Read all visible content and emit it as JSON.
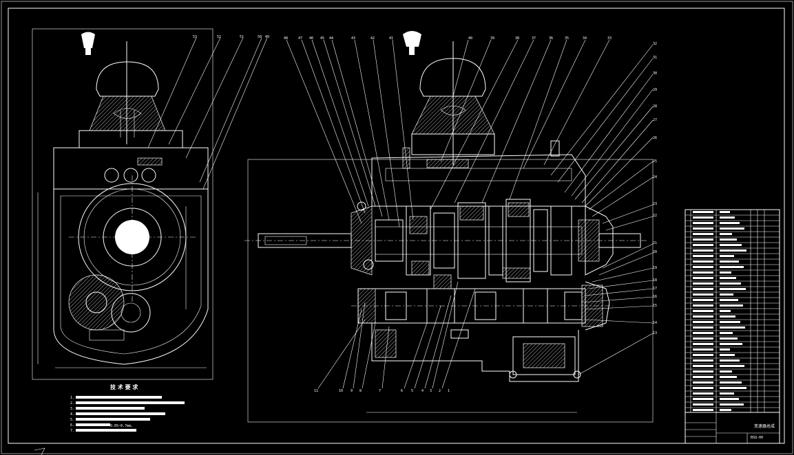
{
  "drawing": {
    "tech_title": "技 术 要 求",
    "tech_note_fragment": "0.05~0.7mm。",
    "tech_note_numbers": [
      "1.",
      "2.",
      "3.",
      "4.",
      "5.",
      "6.",
      "7."
    ],
    "part_numbers_top_center": [
      "48",
      "47",
      "46",
      "45",
      "44",
      "43",
      "42",
      "41",
      "40",
      "39",
      "38",
      "37",
      "36",
      "35",
      "34",
      "33"
    ],
    "part_numbers_top_left": [
      "53",
      "52",
      "51",
      "50",
      "49"
    ],
    "part_numbers_right": [
      "32",
      "31",
      "30",
      "29",
      "28",
      "27",
      "26",
      "25",
      "24",
      "23",
      "22",
      "21",
      "20",
      "19",
      "18",
      "17",
      "16",
      "15",
      "14",
      "13"
    ],
    "part_numbers_bottom": [
      "11",
      "10",
      "9",
      "8",
      "7",
      "6",
      "5",
      "4",
      "3",
      "2",
      "1"
    ],
    "title_block_name": "变速器总成",
    "title_block_code": "BSQ-00"
  },
  "colors": {
    "background": "#000000",
    "linework": "#ffffff"
  }
}
